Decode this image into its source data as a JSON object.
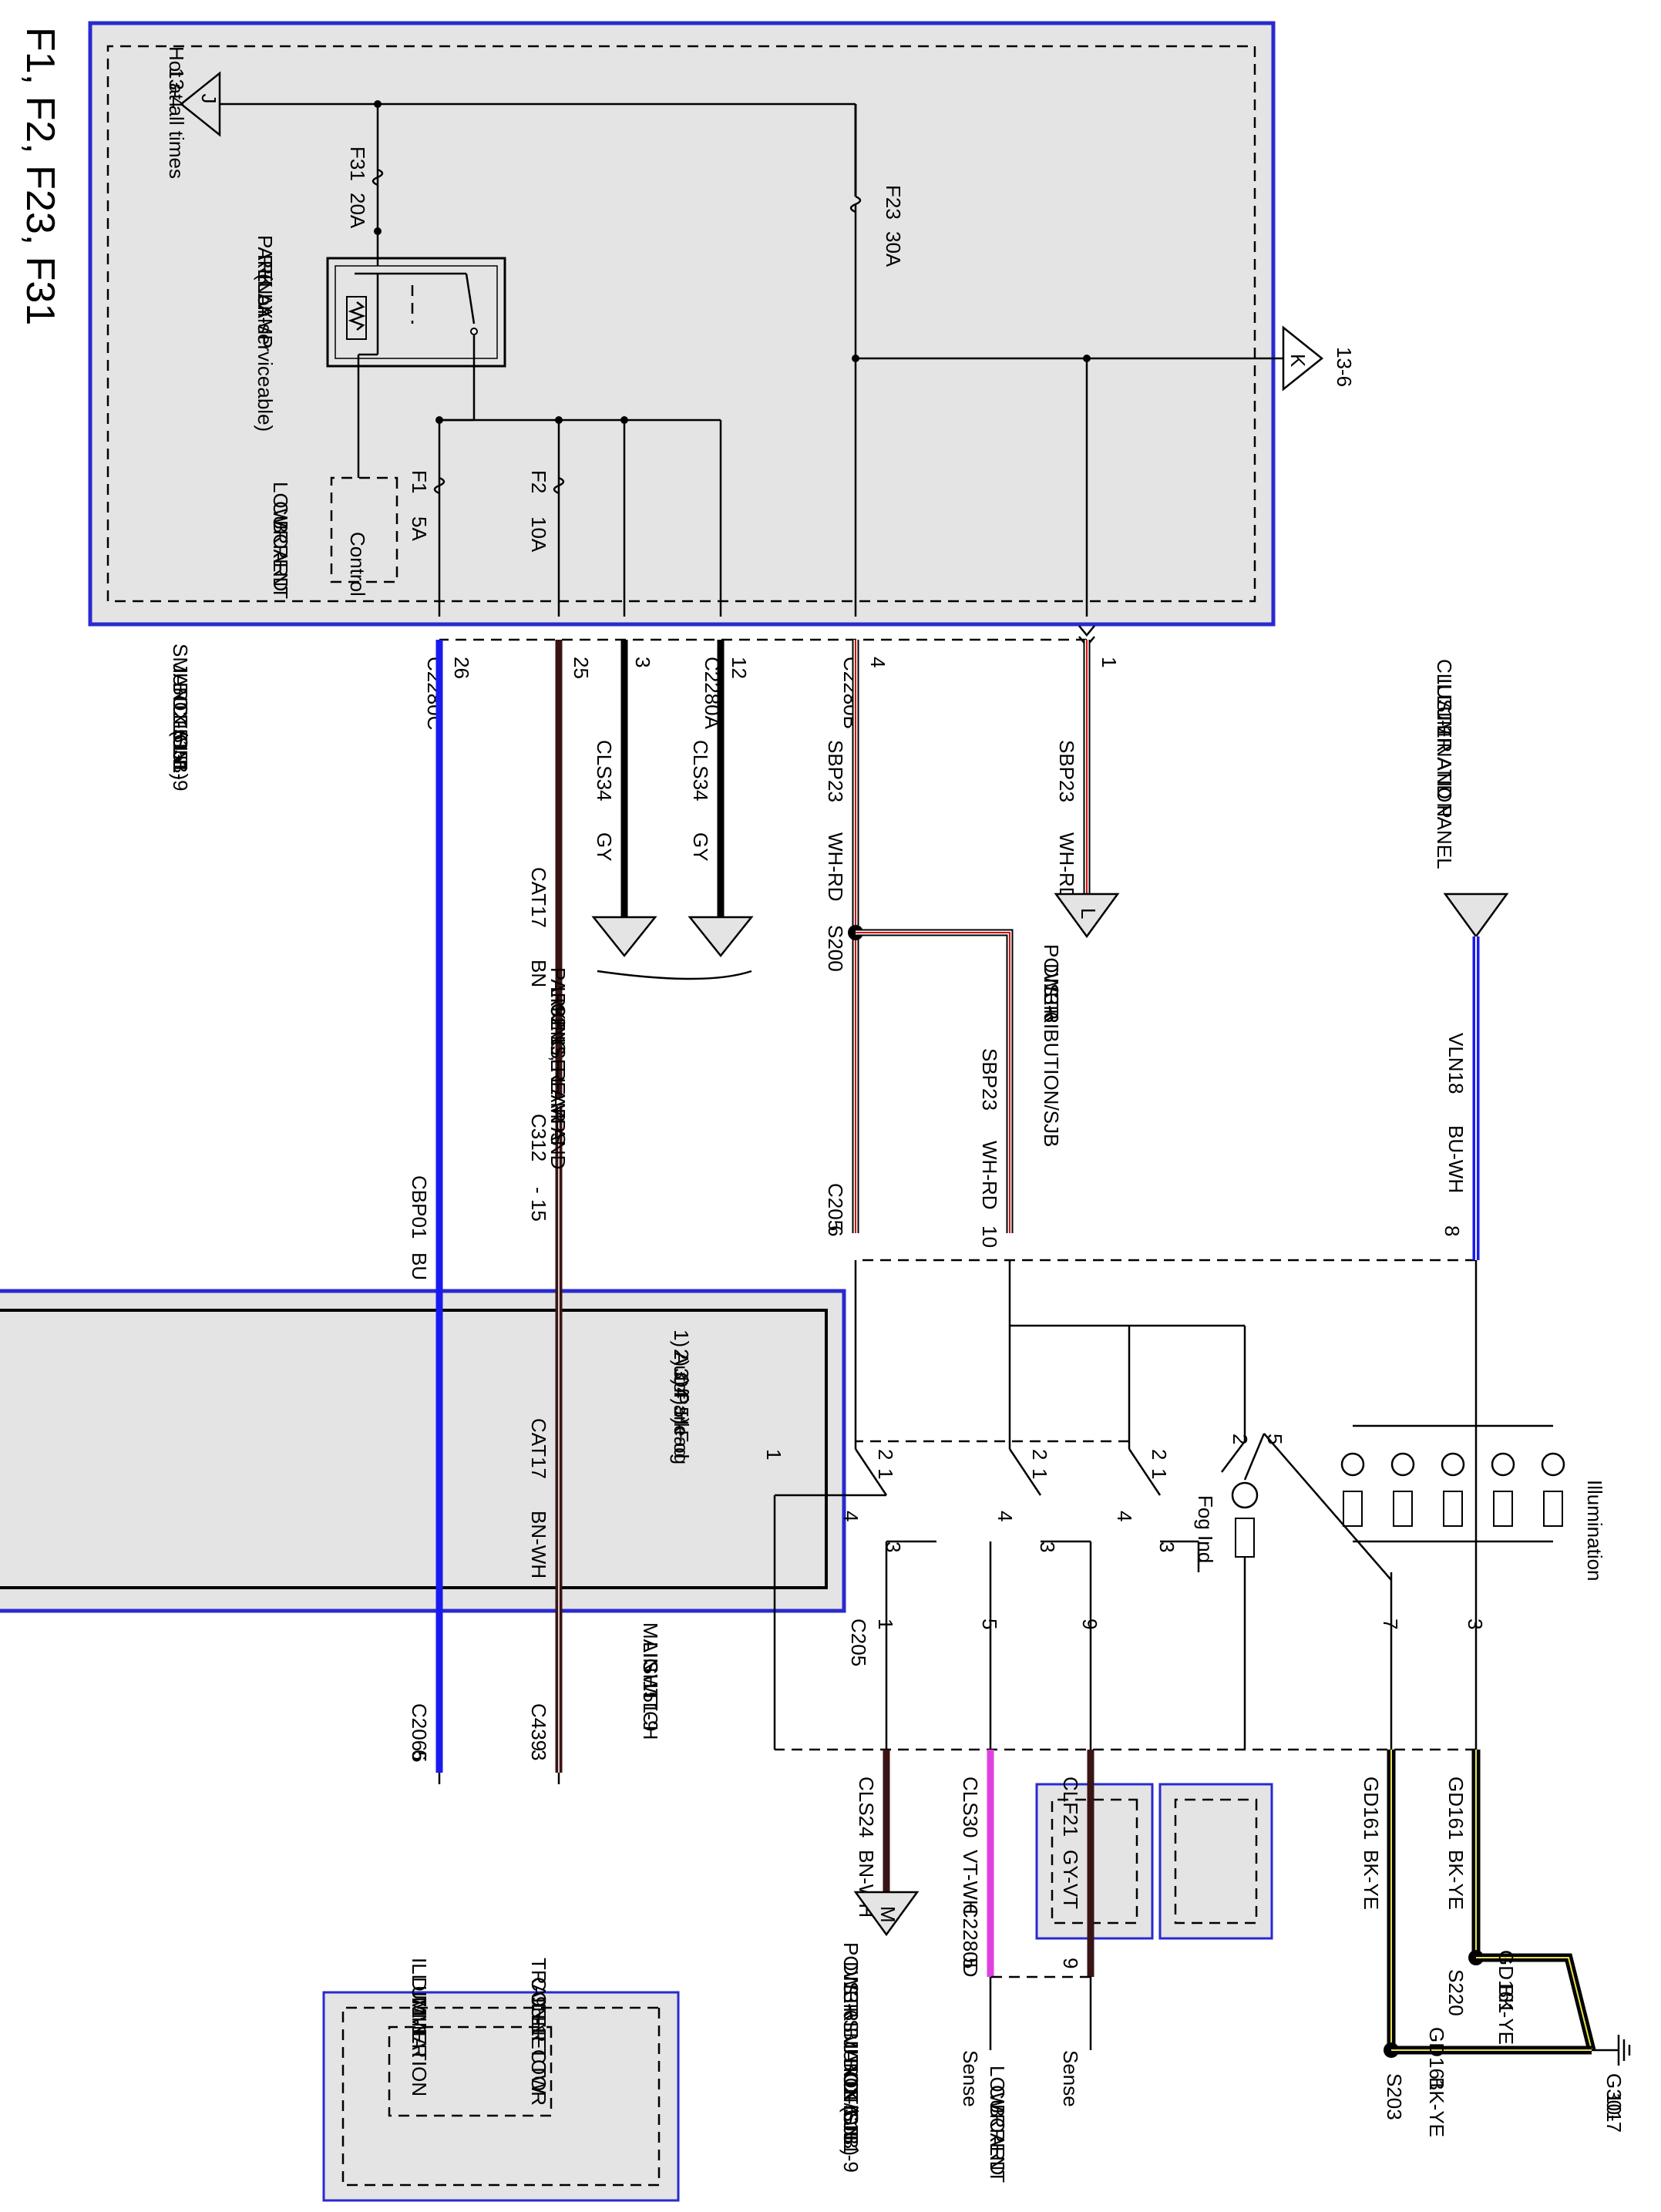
{
  "title": "F1, F2, F23, F31",
  "colors": {
    "box_fill": "#e4e4e4",
    "box_border": "#2a2ad0",
    "wire_black": "#000000",
    "wire_blue": "#1a1aee",
    "wire_brown": "#3a1414",
    "wire_red": "#d01010",
    "wire_violet": "#e040e0",
    "wire_yellow": "#e8e050"
  },
  "sjb_top": {
    "name_lines": [
      "SMART",
      "JUNCTION",
      "BOX (SJB)",
      "11-5",
      "151-1",
      "151-9"
    ],
    "hot_label": "Hot at all times",
    "hot_ref": "13-4",
    "hot_pin": "J",
    "k_pin": "K",
    "k_ref": "13-6",
    "fuse_f31": [
      "F31",
      "20A"
    ],
    "fuse_f23": [
      "F23",
      "30A"
    ],
    "fuse_f2": [
      "F2",
      "10A"
    ],
    "fuse_f1": [
      "F1",
      "5A"
    ],
    "relay_lines": [
      "PARK LAMP",
      "RELAY",
      "(Non-serviceable)"
    ],
    "lcb_lines": [
      "LOW",
      "CURRENT",
      "BOARD"
    ],
    "lcb_control": "Control"
  },
  "connectors": {
    "c2280c": "C2280C",
    "pin26": "26",
    "pin25": "25",
    "c2280a": "C2280A",
    "pin3": "3",
    "pin12": "12",
    "c2280b": "C2280B",
    "pin4": "4",
    "pin1": "1"
  },
  "wires": {
    "cbp01": [
      "CBP01",
      "BU"
    ],
    "cat17_top": [
      "CAT17",
      "BN"
    ],
    "cat17_bottom": [
      "CAT17",
      "BN-WH"
    ],
    "cls34_a": [
      "CLS34",
      "GY"
    ],
    "cls34_b": [
      "CLS34",
      "GY"
    ],
    "sbp23_a": [
      "SBP23",
      "WH-RD"
    ],
    "sbp23_b": [
      "SBP23",
      "WH-RD"
    ],
    "sbp23_c": [
      "SBP23",
      "WH-RD"
    ],
    "vln18": [
      "VLN18",
      "BU-WH"
    ],
    "cls24": [
      "CLS24",
      "BN-WH"
    ],
    "cls30": [
      "CLS30",
      "VT-WH"
    ],
    "clf21": [
      "CLF21",
      "GY-VT"
    ],
    "gd161_a": [
      "GD161",
      "BK-YE"
    ],
    "gd161_b": [
      "GD161",
      "BK-YE"
    ],
    "gd161_c": [
      "GD161",
      "BK-YE"
    ],
    "gd161_d": [
      "GD161",
      "BK-YE"
    ]
  },
  "mid": {
    "c312": "C312",
    "c312_pin": "- 15",
    "s200": "S200",
    "c205_top": "C205",
    "c205_pin6": "6",
    "c205_pin10": "10",
    "c205_pin8": "8",
    "lamps_lines": [
      "PARKING, REAR AND",
      "LICENSE LAMPS",
      "92-1"
    ],
    "pdist_l_lines": [
      "POWER",
      "DISTRIBUTION/SJB",
      "13-6"
    ],
    "pdist_l_pin": "L",
    "cluster_lines": [
      "CLUSTER AND PANEL",
      "ILLUMINATION",
      "71-1"
    ]
  },
  "mls": {
    "name_lines": [
      "MAIN",
      "LIGHT",
      "SWITCH",
      "151-9"
    ],
    "positions": [
      "1) Auto",
      "2) Off",
      "3) Park",
      "4) Head",
      "5) Fog"
    ],
    "fog_ind": "Fog Ind",
    "illumination": "Illumination",
    "contact_1": "1",
    "contact_2": "2",
    "contact_3": "3",
    "contact_4": "4",
    "contact_5": "5",
    "c205_bottom": "C205",
    "pin1": "1",
    "pin5": "5",
    "pin9": "9",
    "pin7": "7",
    "pin3": "3"
  },
  "bottom": {
    "c2065": "C2065",
    "c2065_pin": "6",
    "dimmer_lines": [
      "ILLUMINATION",
      "DIMMER",
      "71-1"
    ],
    "c439": "C439",
    "c439_pin": "3",
    "trailer_lines": [
      "TRAILER TOW",
      "CONNECTOR",
      "95-1"
    ],
    "pdist_m_lines": [
      "POWER",
      "DISTRIBUTION/SJB",
      "13-6"
    ],
    "pdist_m_pin": "M",
    "c2280d": "C2280D",
    "c2280d_pin5": "5",
    "c2280d_pin9": "9",
    "sjb2_lines": [
      "SMART",
      "JUNCTION",
      "BOX (SJB)",
      "11-5  151-9"
    ],
    "lcb2_lines": [
      "LOW",
      "CURRENT",
      "BOARD"
    ],
    "sense": "Sense",
    "s220": "S220",
    "s203": "S203",
    "g301_lines": [
      "G301",
      "10-7"
    ]
  }
}
